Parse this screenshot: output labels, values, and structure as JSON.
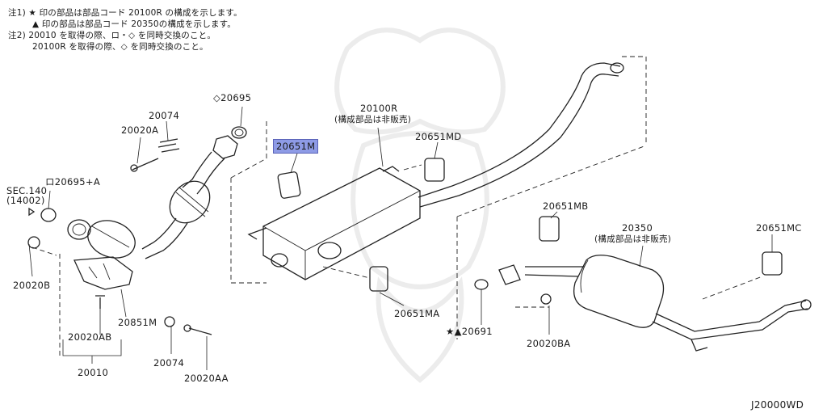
{
  "notes": {
    "line1": "注1) ★ 印の部品は部品コード 20100R の構成を示します。",
    "line2": "▲ 印の部品は部品コード 20350の構成を示します。",
    "line3": "注2) 20010 を取得の際、ロ・◇ を同時交換のこと。",
    "line4": "20100R を取得の際、◇ を同時交換のこと。"
  },
  "parts": {
    "p20695": "◇20695",
    "p20074_top": "20074",
    "p20020A": "20020A",
    "sec140_a": "SEC.140",
    "sec140_b": "(14002)",
    "p20695A": "ロ20695+A",
    "p20651M": "20651M",
    "p20100R": "20100R",
    "p20100R_sub": "(構成部品は非販売)",
    "p20651MD": "20651MD",
    "p20651MB": "20651MB",
    "p20350": "20350",
    "p20350_sub": "(構成部品は非販売)",
    "p20651MC": "20651MC",
    "p20020B": "20020B",
    "p20851M": "20851M",
    "p20020AB": "20020AB",
    "p20010": "20010",
    "p20074_bottom": "20074",
    "p20020AA": "20020AA",
    "p20651MA": "20651MA",
    "p20691": "★▲20691",
    "p20020BA": "20020BA"
  },
  "diagram_id": "J20000WD",
  "highlight_color": "#8e9be6"
}
